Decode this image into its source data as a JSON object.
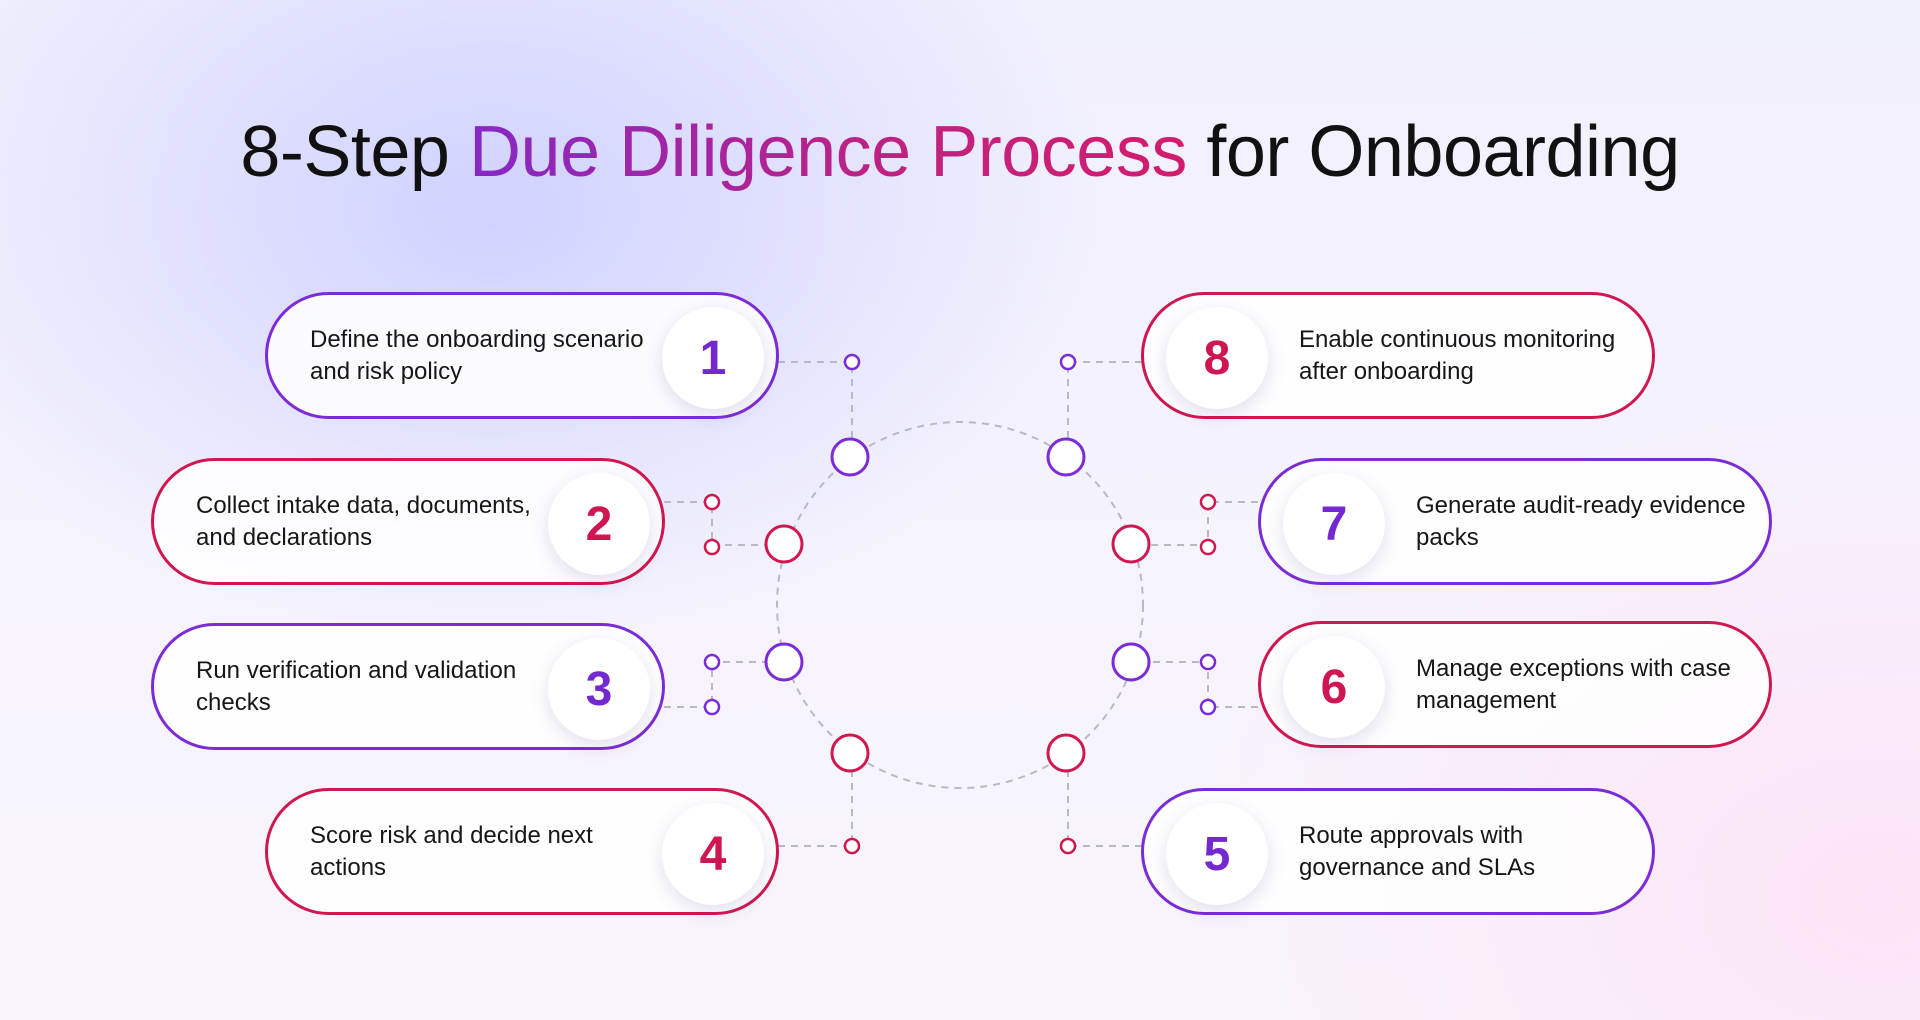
{
  "title": {
    "prefix": "8-Step ",
    "highlight": "Due Diligence Process",
    "suffix": " for Onboarding"
  },
  "colors": {
    "purple": "#7b2cd6",
    "crimson": "#d0174f",
    "dashed_line": "#b8b8c6"
  },
  "steps": [
    {
      "number": "1",
      "text": "Define the onboarding scenario and risk policy",
      "accent": "purple"
    },
    {
      "number": "2",
      "text": "Collect intake data, documents, and declarations",
      "accent": "crimson"
    },
    {
      "number": "3",
      "text": "Run verification and validation checks",
      "accent": "purple"
    },
    {
      "number": "4",
      "text": "Score risk and decide next actions",
      "accent": "crimson"
    },
    {
      "number": "5",
      "text": "Route approvals with governance and SLAs",
      "accent": "purple"
    },
    {
      "number": "6",
      "text": "Manage exceptions with case management",
      "accent": "crimson"
    },
    {
      "number": "7",
      "text": "Generate audit-ready evidence packs",
      "accent": "purple"
    },
    {
      "number": "8",
      "text": "Enable continuous monitoring after onboarding",
      "accent": "crimson"
    }
  ]
}
